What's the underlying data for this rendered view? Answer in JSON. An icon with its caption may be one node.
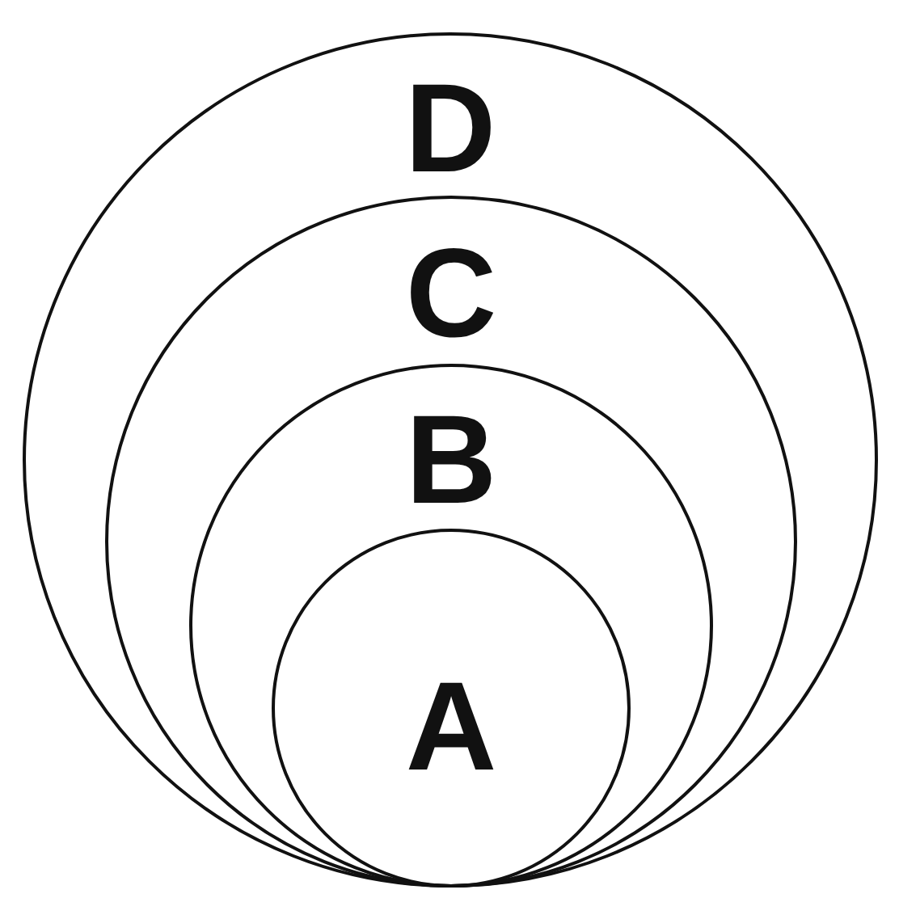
{
  "diagram": {
    "nodes": [
      {
        "text": [
          "D"
        ]
      },
      {
        "text": [
          "C"
        ],
        "in": 0
      },
      {
        "text": [
          "B"
        ],
        "in": 1
      },
      {
        "text": [
          "A"
        ],
        "in": 2
      }
    ]
  }
}
